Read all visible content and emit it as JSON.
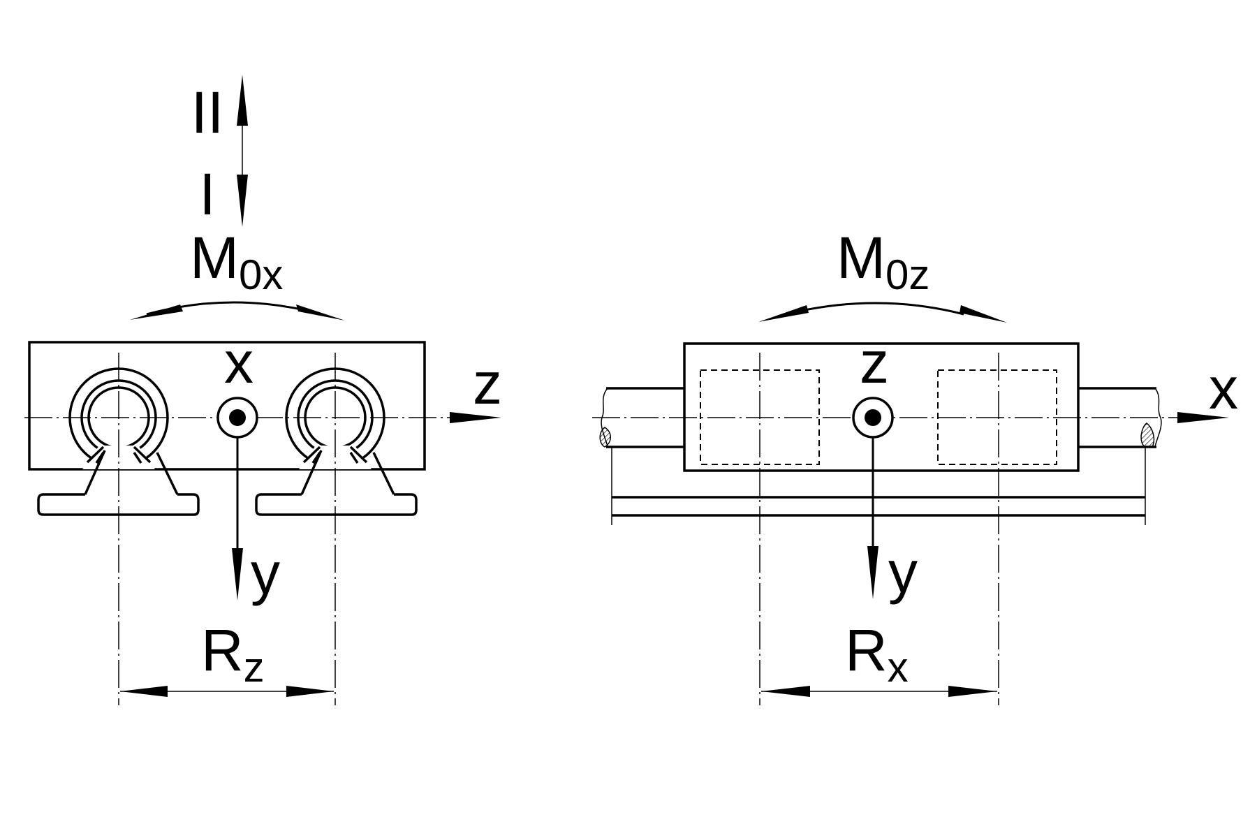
{
  "left_view": {
    "dir_upper": "II",
    "dir_lower": "I",
    "moment": {
      "main": "M",
      "sub": "0x"
    },
    "axis_out_of_plane": "x",
    "axis_horizontal": "z",
    "axis_vertical": "y",
    "distance": {
      "main": "R",
      "sub": "z"
    }
  },
  "right_view": {
    "moment": {
      "main": "M",
      "sub": "0z"
    },
    "axis_out_of_plane": "z",
    "axis_horizontal": "x",
    "axis_vertical": "y",
    "distance": {
      "main": "R",
      "sub": "x"
    }
  }
}
